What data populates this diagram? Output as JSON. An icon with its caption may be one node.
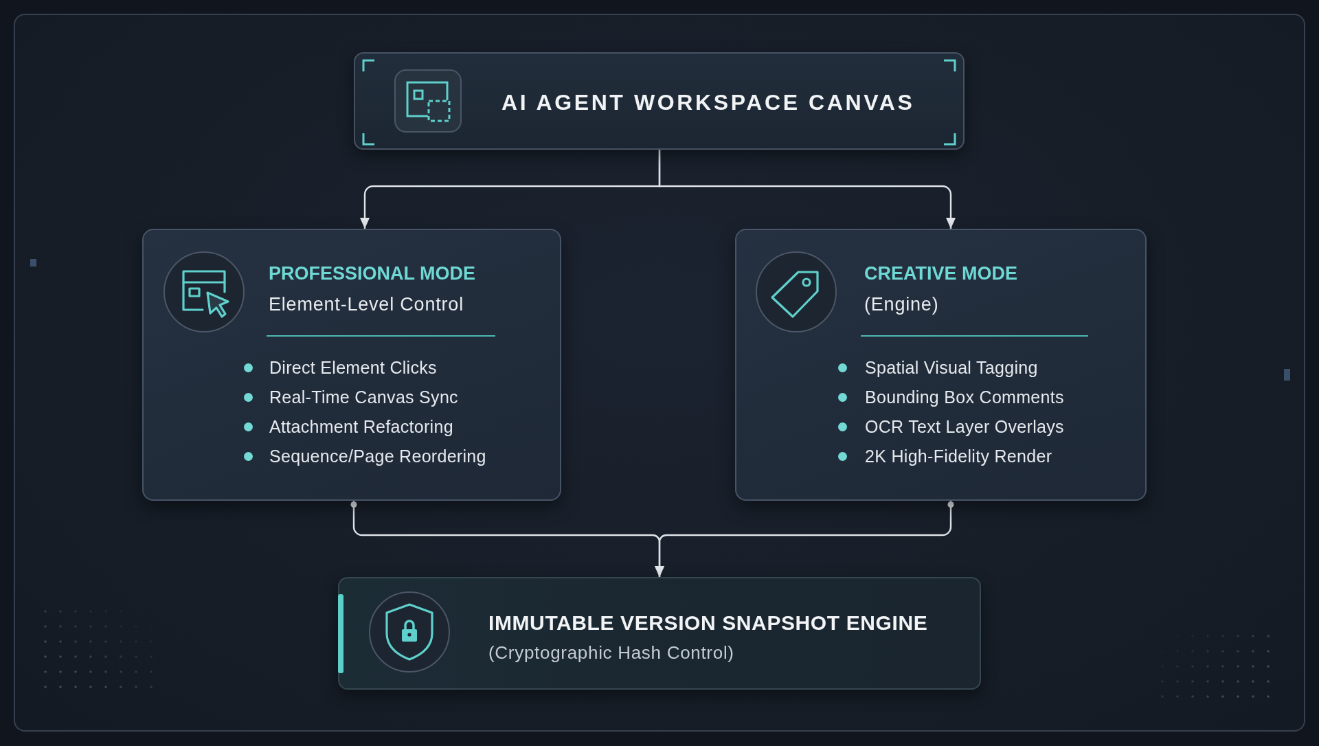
{
  "diagram": {
    "nodes": [
      {
        "text": [
          "AI AGENT WORKSPACE CANVAS"
        ]
      },
      {
        "text": [
          "PROFESSIONAL MODE",
          "Element-Level Control",
          "Direct Element Clicks",
          "Real-Time Canvas Sync",
          "Attachment Refactoring",
          "Sequence/Page Reordering"
        ]
      },
      {
        "text": [
          "CREATIVE MODE",
          "(Engine)",
          "Spatial Visual Tagging",
          "Bounding Box Comments",
          "OCR Text Layer Overlays",
          "2K High-Fidelity Render"
        ]
      },
      {
        "text": [
          "IMMUTABLE VERSION SNAPSHOT ENGINE",
          "(Cryptographic Hash Control)"
        ]
      }
    ],
    "edges": [
      {
        "from": 0,
        "to": 1,
        "arrow": "to"
      },
      {
        "from": 0,
        "to": 2,
        "arrow": "to"
      },
      {
        "from": 1,
        "to": 3,
        "arrow": "to"
      },
      {
        "from": 2,
        "to": 3,
        "arrow": "to"
      }
    ]
  }
}
